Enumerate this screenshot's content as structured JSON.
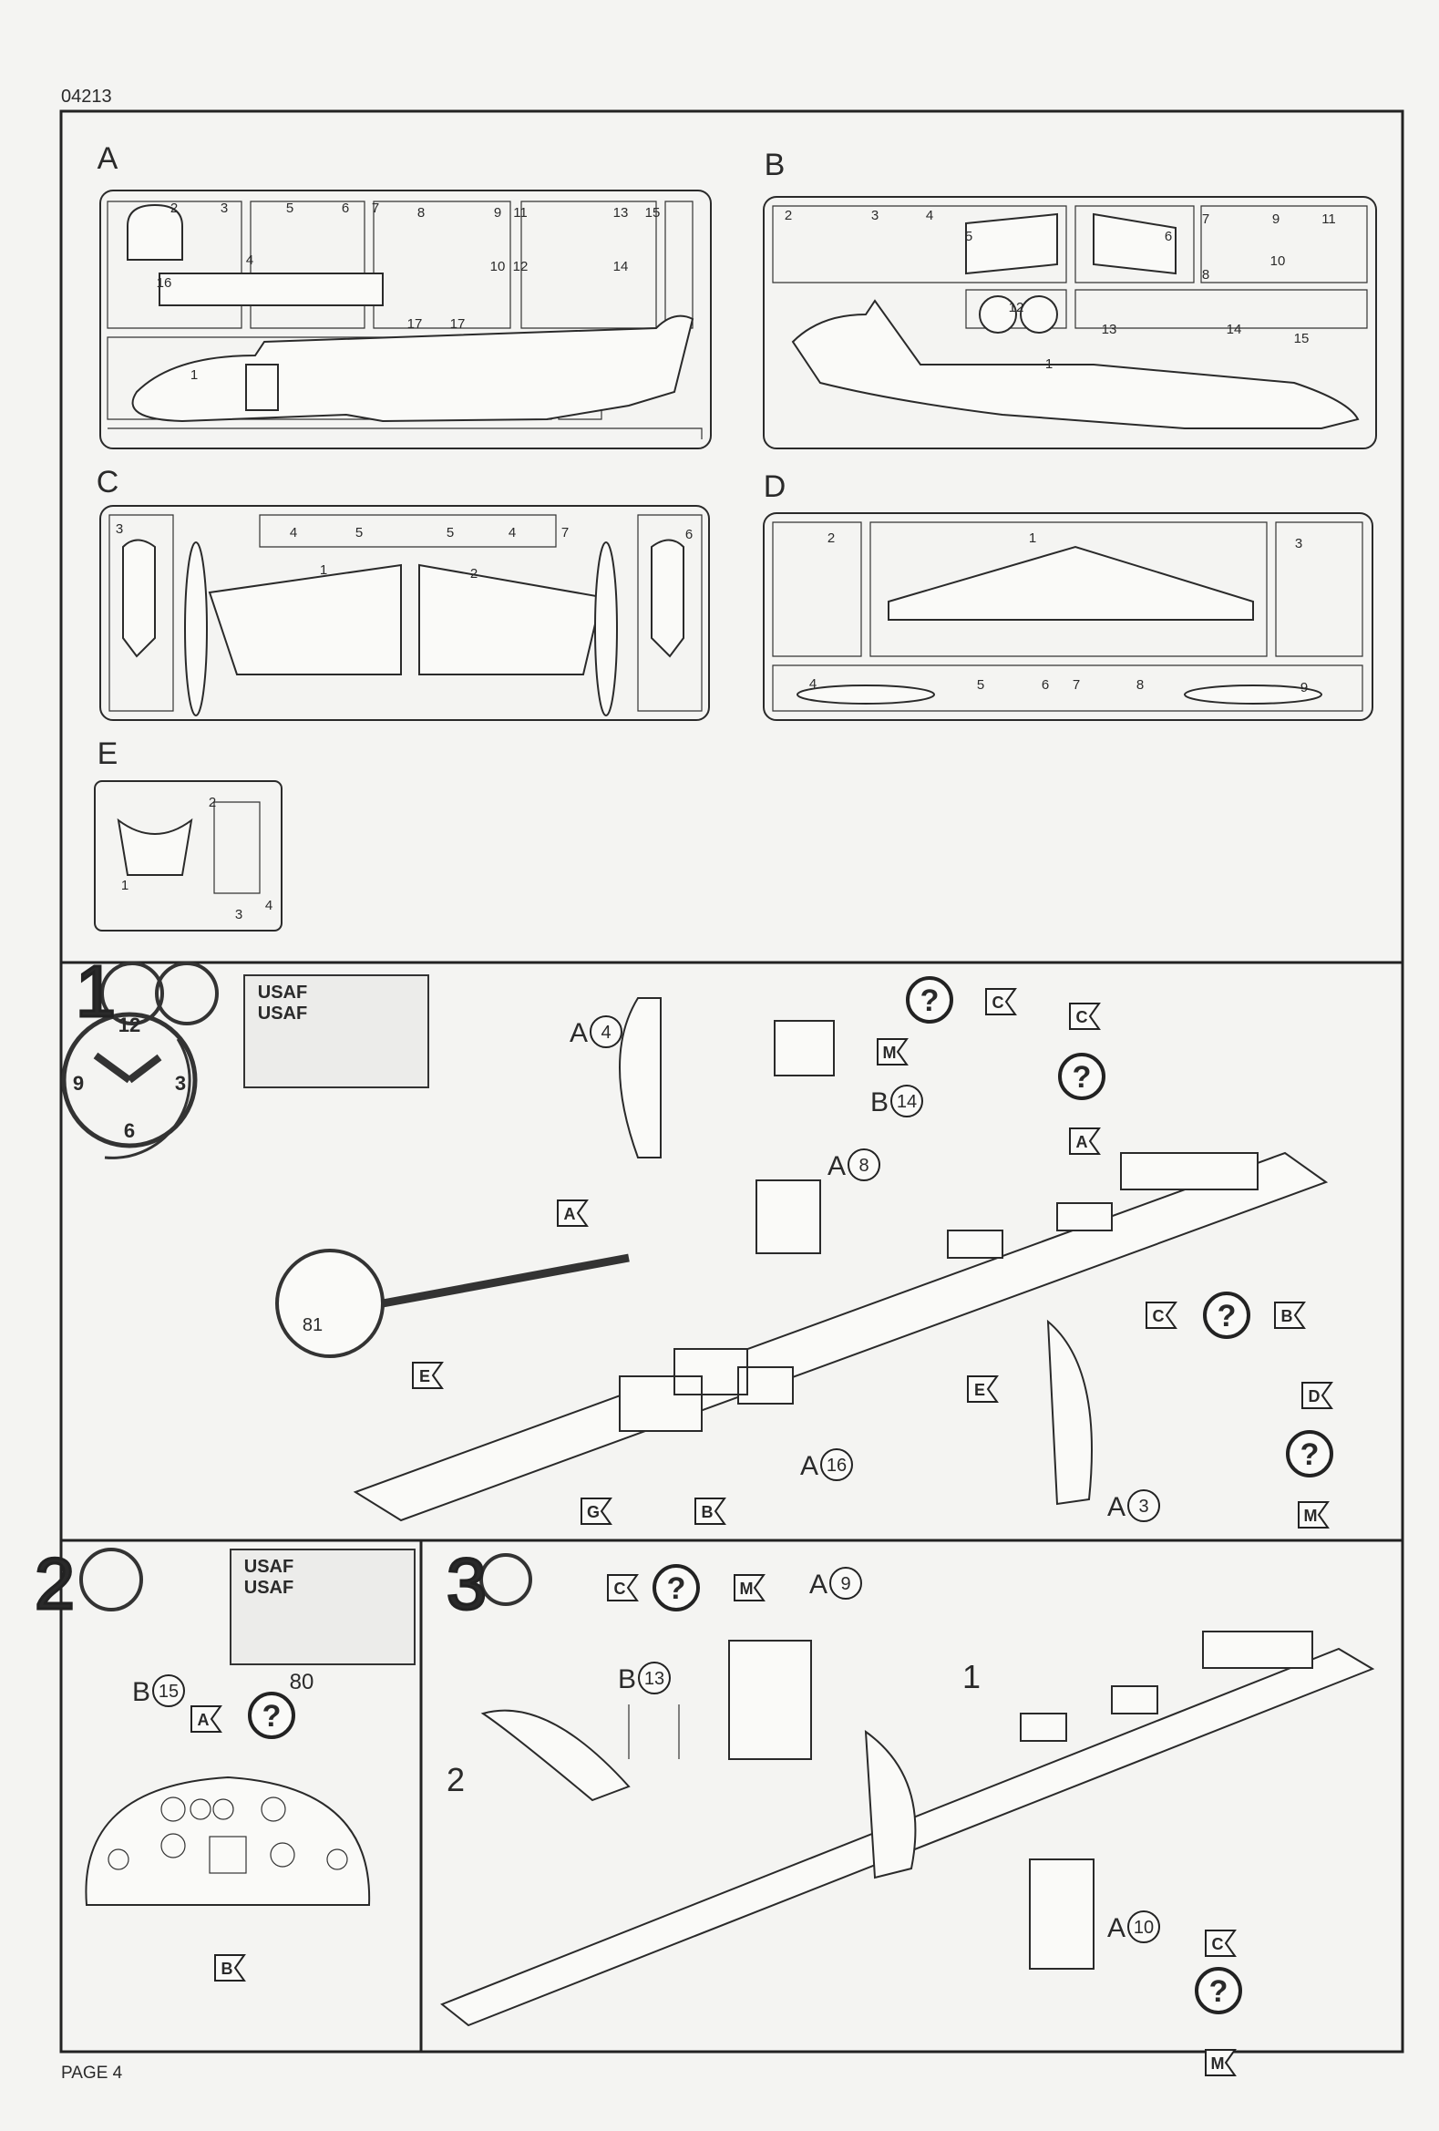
{
  "header": {
    "code": "04213"
  },
  "footer": {
    "page": "PAGE 4"
  },
  "sprues": [
    {
      "letter": "A",
      "parts": [
        "2",
        "3",
        "4",
        "5",
        "6",
        "7",
        "8",
        "9",
        "10",
        "11",
        "12",
        "13",
        "14",
        "15",
        "16",
        "17",
        "17",
        "1"
      ]
    },
    {
      "letter": "B",
      "parts": [
        "2",
        "3",
        "4",
        "5",
        "6",
        "7",
        "8",
        "9",
        "10",
        "11",
        "12",
        "13",
        "14",
        "15",
        "1"
      ]
    },
    {
      "letter": "C",
      "parts": [
        "3",
        "4",
        "5",
        "5",
        "4",
        "7",
        "6",
        "1",
        "2"
      ]
    },
    {
      "letter": "D",
      "parts": [
        "2",
        "1",
        "3",
        "4",
        "5",
        "6",
        "7",
        "8",
        "9"
      ]
    },
    {
      "letter": "E",
      "parts": [
        "2",
        "1",
        "4",
        "3"
      ]
    }
  ],
  "steps": [
    {
      "number": "1",
      "clock": [
        "12",
        "3",
        "6",
        "9"
      ],
      "decal_text": [
        "USAF",
        "USAF"
      ],
      "callouts": [
        {
          "sprue": "A",
          "part": "4"
        },
        {
          "sprue": "B",
          "part": "14"
        },
        {
          "sprue": "A",
          "part": "8"
        },
        {
          "sprue": "A",
          "part": "16"
        },
        {
          "sprue": "A",
          "part": "3"
        }
      ],
      "decal_number": "81",
      "refs": [
        "C",
        "M",
        "C",
        "A",
        "A",
        "E",
        "E",
        "B",
        "G",
        "C",
        "B",
        "D",
        "M"
      ],
      "question": "?"
    },
    {
      "number": "2",
      "decal_text": [
        "USAF",
        "USAF"
      ],
      "callouts": [
        {
          "sprue": "B",
          "part": "15"
        }
      ],
      "decal_number": "80",
      "refs": [
        "A",
        "B"
      ],
      "question": "?"
    },
    {
      "number": "3",
      "callouts": [
        {
          "sprue": "A",
          "part": "9"
        },
        {
          "sprue": "B",
          "part": "13"
        },
        {
          "sprue": "A",
          "part": "10"
        }
      ],
      "plain_parts": [
        "1",
        "2"
      ],
      "refs": [
        "C",
        "M",
        "C",
        "M"
      ],
      "question": "?"
    }
  ]
}
